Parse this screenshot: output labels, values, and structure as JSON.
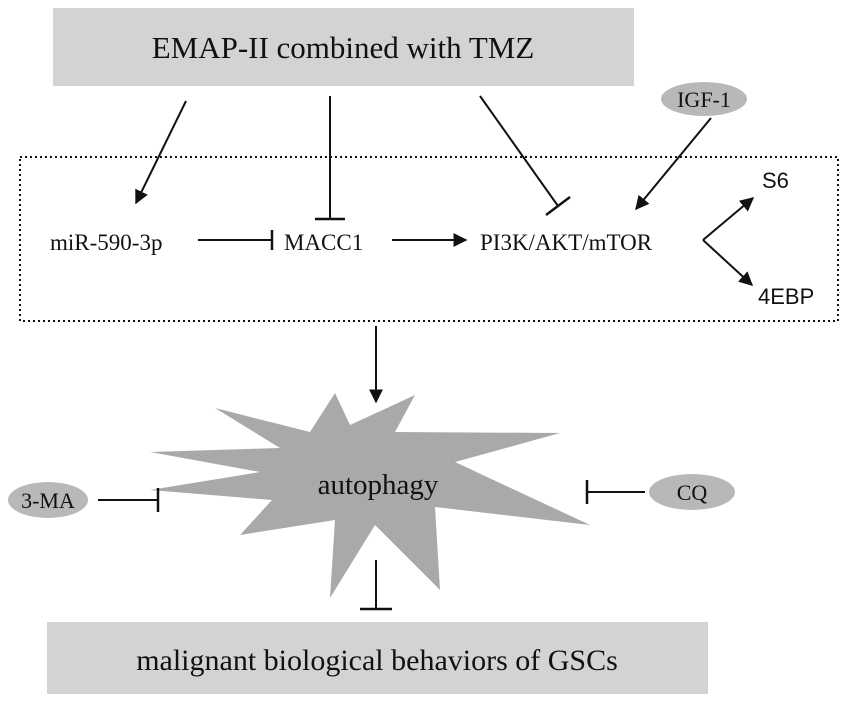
{
  "top_box": {
    "label": "EMAP-II combined with TMZ"
  },
  "bottom_box": {
    "label": "malignant biological behaviors of GSCs"
  },
  "pathway": {
    "mirna": "miR-590-3p",
    "macc1": "MACC1",
    "pi3k": "PI3K/AKT/mTOR",
    "s6": "S6",
    "ebp": "4EBP"
  },
  "modulators": {
    "igf1": "IGF-1",
    "ma3": "3-MA",
    "cq": "CQ"
  },
  "center": {
    "label": "autophagy"
  },
  "colors": {
    "box_fill": "#d3d3d3",
    "ellipse_fill": "#b8b8b8",
    "star_fill": "#a9a9a9",
    "line": "#111111"
  }
}
